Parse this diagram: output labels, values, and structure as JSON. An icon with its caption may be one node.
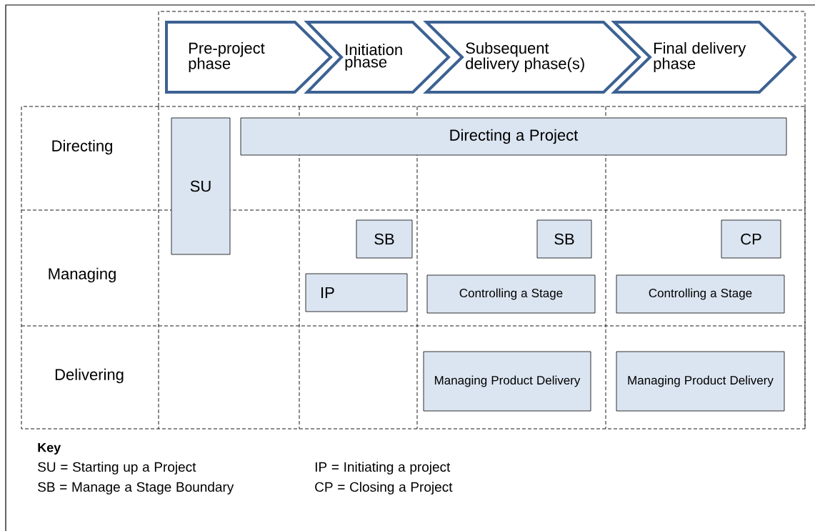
{
  "diagram": {
    "nodes": [
      {
        "text": [
          "Pre-project phase"
        ]
      },
      {
        "text": [
          "Initiation phase"
        ]
      },
      {
        "text": [
          "Subsequent delivery phase(s)"
        ]
      },
      {
        "text": [
          "Final delivery phase"
        ]
      },
      {
        "text": [
          "SU"
        ]
      },
      {
        "text": [
          "Directing a Project"
        ]
      },
      {
        "text": [
          "SB"
        ]
      },
      {
        "text": [
          "IP"
        ]
      },
      {
        "text": [
          "SB"
        ]
      },
      {
        "text": [
          "Controlling a Stage"
        ]
      },
      {
        "text": [
          "CP"
        ]
      },
      {
        "text": [
          "Controlling a Stage"
        ]
      },
      {
        "text": [
          "Managing Product Delivery"
        ]
      },
      {
        "text": [
          "Managing Product Delivery"
        ]
      }
    ],
    "labels": [
      "Directing",
      "Managing",
      "Delivering",
      "Key",
      "SU = Starting up a Project",
      "IP = Initiating a project",
      "SB = Manage a Stage Boundary",
      "CP = Closing a Project"
    ]
  }
}
